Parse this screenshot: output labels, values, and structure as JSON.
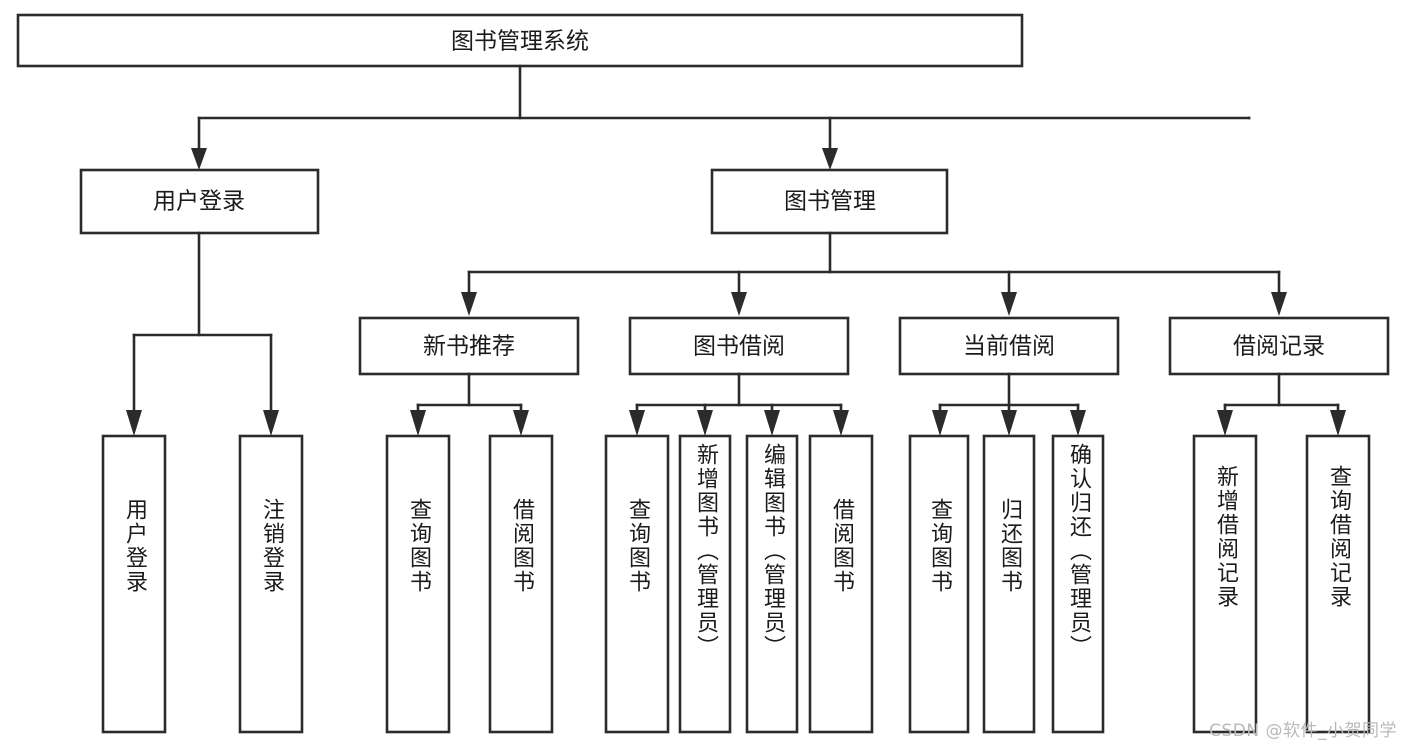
{
  "diagram": {
    "title": "图书管理系统",
    "type": "hierarchy-tree",
    "watermark": "CSDN @软件_小贺同学",
    "colors": {
      "stroke": "#2b2b2b",
      "fill": "#ffffff",
      "text": "#1b1b1b",
      "watermark": "#b9b9b9"
    },
    "root": {
      "label": "图书管理系统"
    },
    "level1": [
      {
        "label": "用户登录"
      },
      {
        "label": "图书管理"
      }
    ],
    "level2": [
      {
        "label": "新书推荐"
      },
      {
        "label": "图书借阅"
      },
      {
        "label": "当前借阅"
      },
      {
        "label": "借阅记录"
      }
    ],
    "leaves": {
      "user_login": [
        {
          "label": "用户登录"
        },
        {
          "label": "注销登录"
        }
      ],
      "new_book": [
        {
          "label": "查询图书"
        },
        {
          "label": "借阅图书"
        }
      ],
      "book_borrow": [
        {
          "label": "查询图书"
        },
        {
          "label": "新增图书（管理员）"
        },
        {
          "label": "编辑图书（管理员）"
        },
        {
          "label": "借阅图书"
        }
      ],
      "current_borrow": [
        {
          "label": "查询图书"
        },
        {
          "label": "归还图书"
        },
        {
          "label": "确认归还（管理员）"
        }
      ],
      "borrow_record": [
        {
          "label": "新增借阅记录"
        },
        {
          "label": "查询借阅记录"
        }
      ]
    }
  }
}
